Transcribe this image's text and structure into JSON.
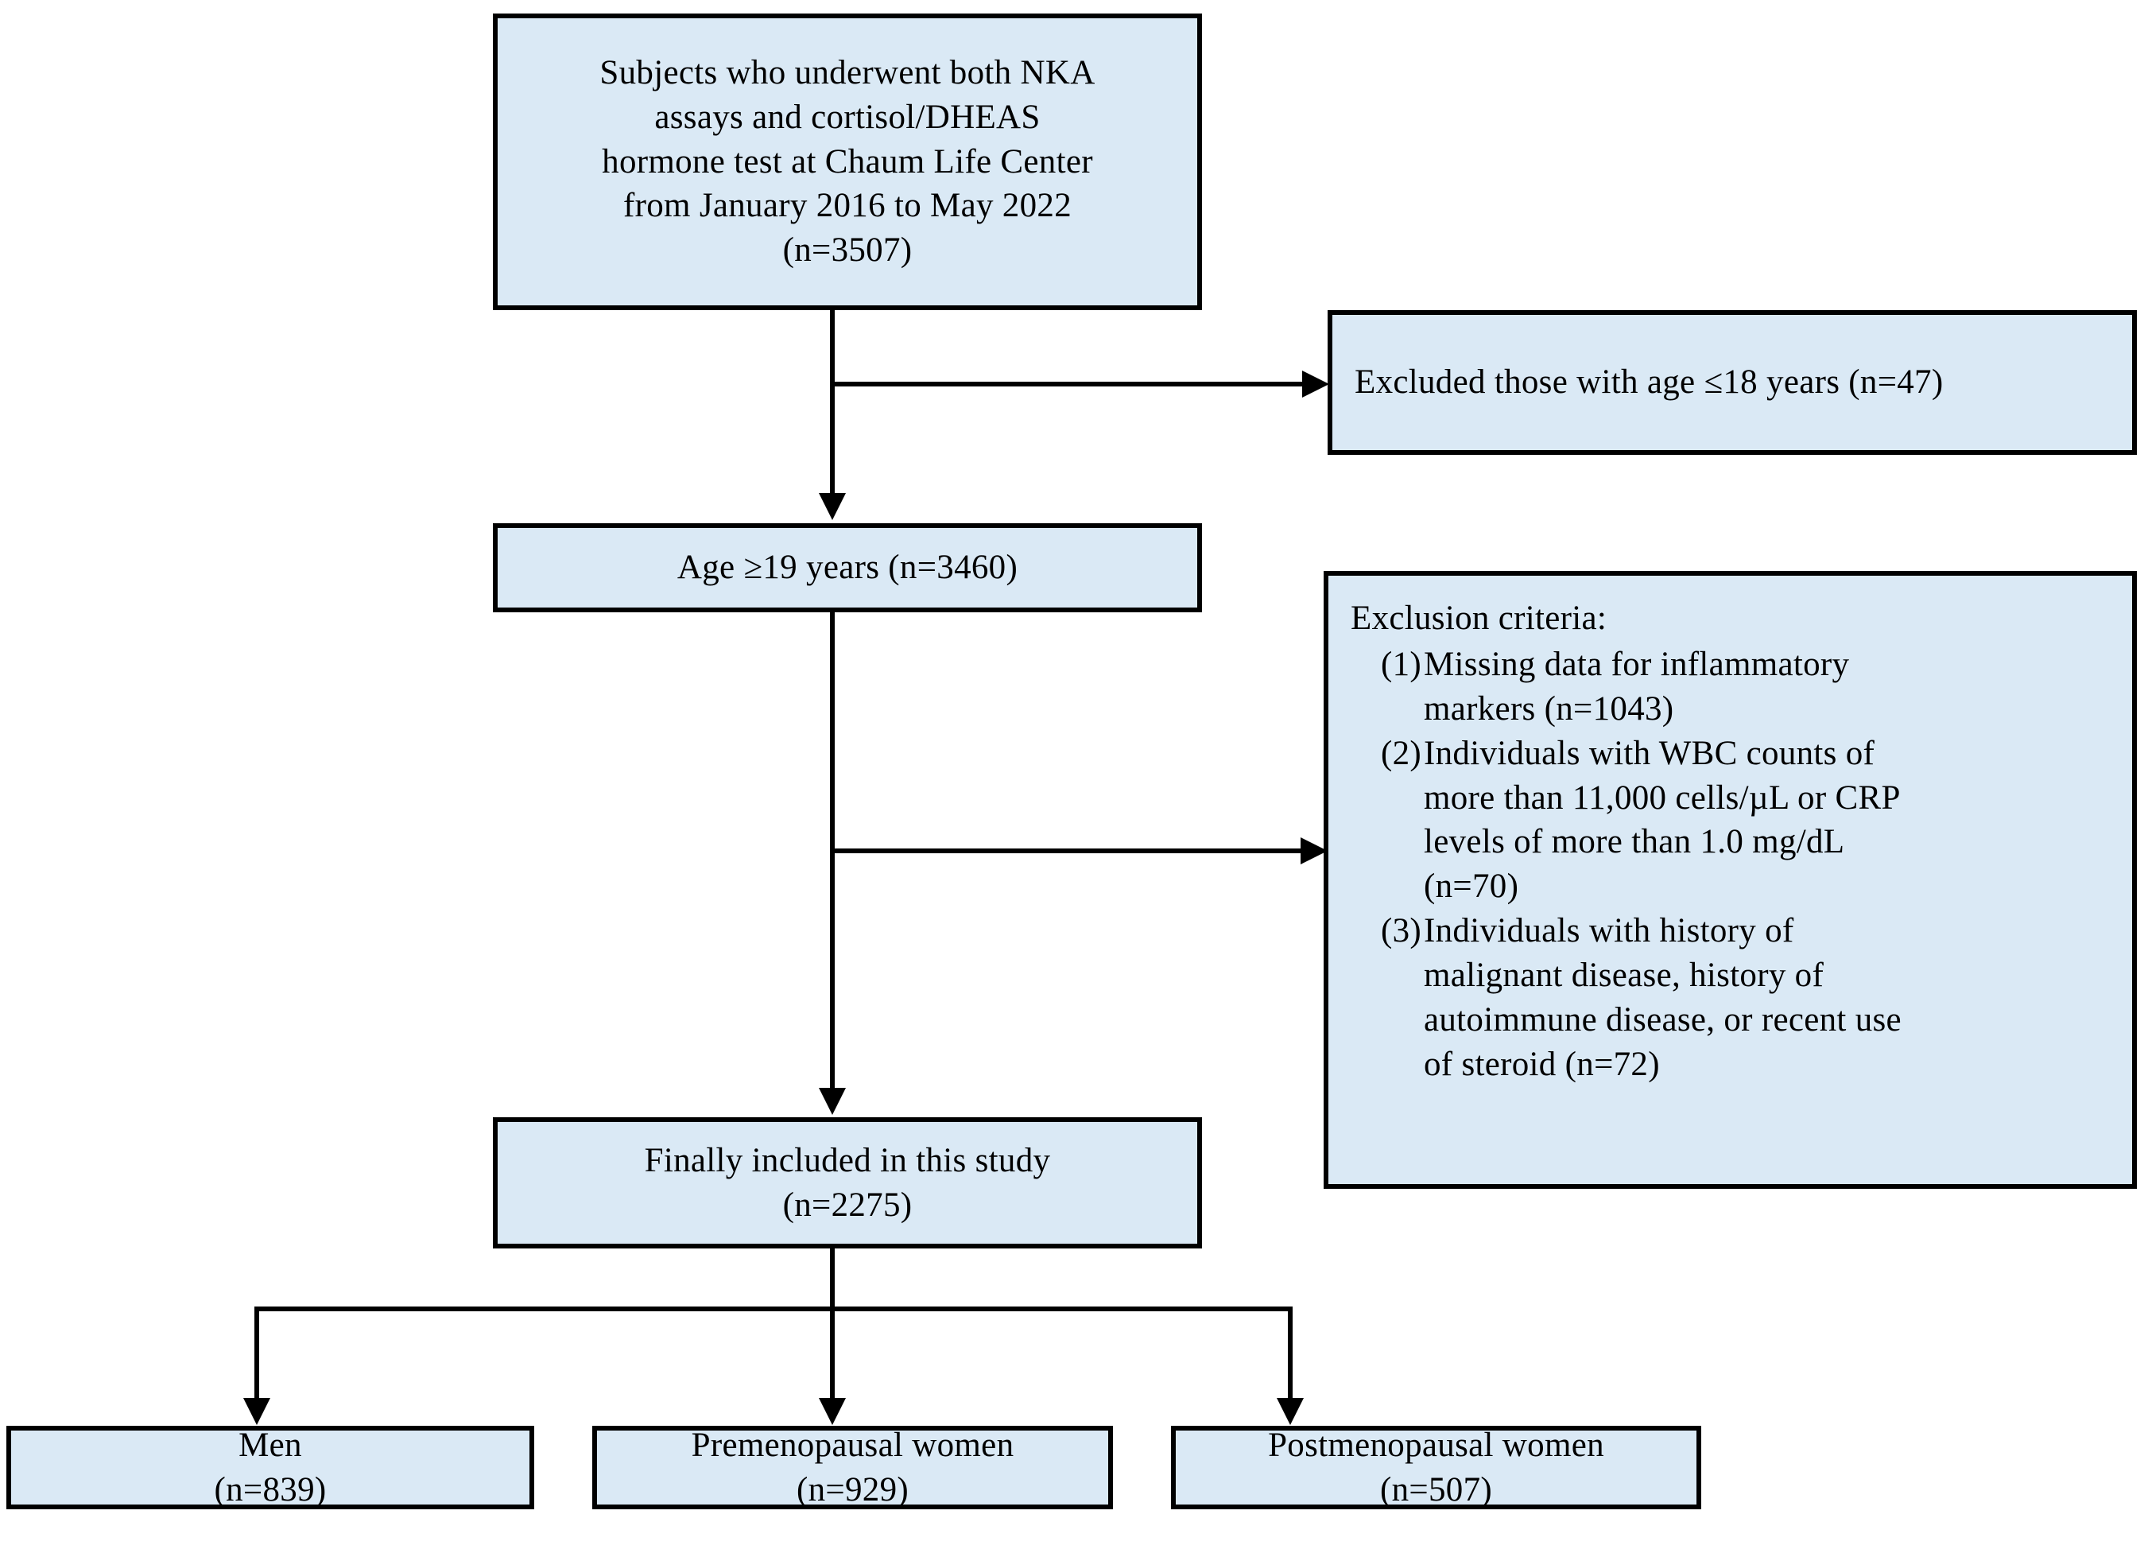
{
  "figure": {
    "type": "flowchart",
    "colors": {
      "box_fill": "#dae9f5",
      "box_border": "#000000",
      "connector": "#000000",
      "page_background": "#ffffff",
      "text": "#000000"
    }
  },
  "nodes": {
    "source": {
      "text": "Subjects who underwent both NKA\nassays and cortisol/DHEAS\nhormone test at Chaum Life Center\nfrom January 2016 to May 2022\n(n=3507)",
      "n": 3507
    },
    "excluded_age": {
      "text": "Excluded those with age ≤18 years (n=47)",
      "n": 47
    },
    "age19": {
      "text": "Age ≥19 years (n=3460)",
      "n": 3460
    },
    "exclusion_criteria": {
      "heading": "Exclusion criteria:",
      "items": [
        {
          "number": "(1)",
          "text": "Missing data for inflammatory\nmarkers (n=1043)",
          "n": 1043
        },
        {
          "number": "(2)",
          "text": "Individuals with WBC counts of\nmore than 11,000 cells/µL or CRP\nlevels of more than 1.0 mg/dL\n(n=70)",
          "n": 70
        },
        {
          "number": "(3)",
          "text": "Individuals with history of\nmalignant disease, history of\nautoimmune disease, or recent use\nof steroid (n=72)",
          "n": 72
        }
      ]
    },
    "final": {
      "text": "Finally included in this study\n(n=2275)",
      "n": 2275
    },
    "men": {
      "text": "Men\n(n=839)",
      "n": 839
    },
    "premenopausal": {
      "text": "Premenopausal women\n(n=929)",
      "n": 929
    },
    "postmenopausal": {
      "text": "Postmenopausal women\n(n=507)",
      "n": 507
    }
  }
}
